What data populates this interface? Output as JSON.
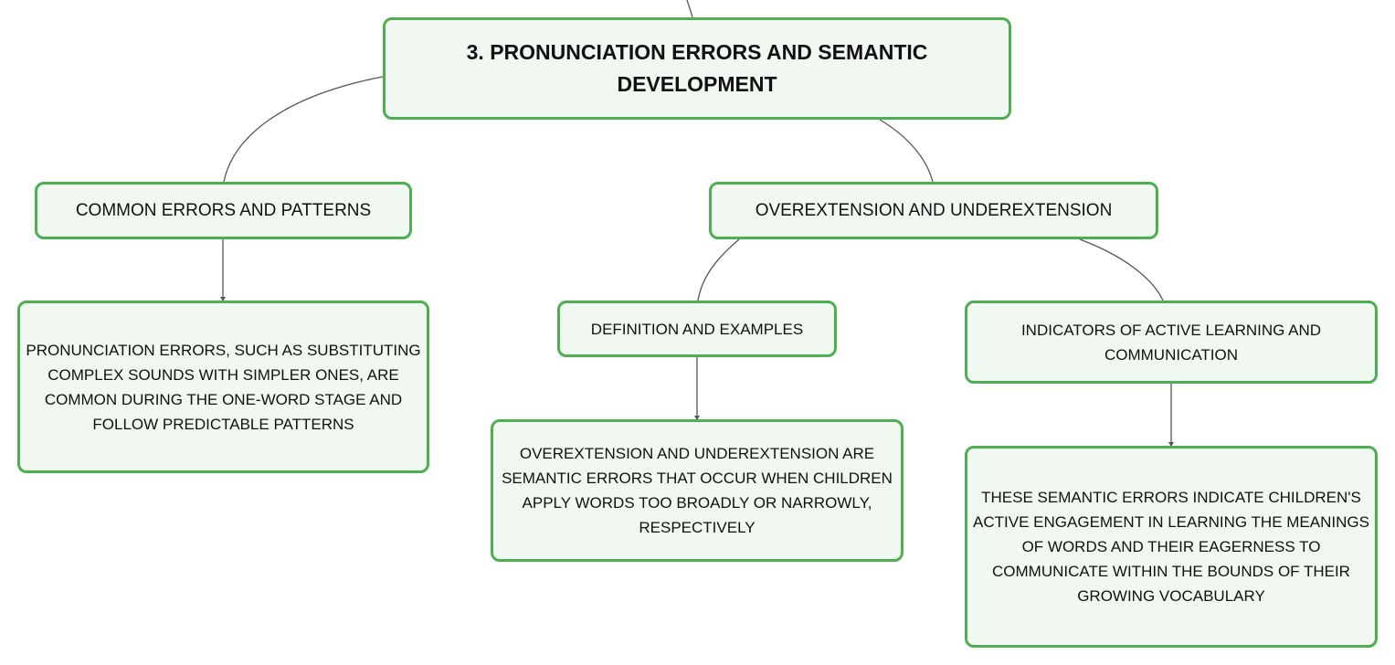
{
  "root": {
    "title": "3. PRONUNCIATION ERRORS AND SEMANTIC DEVELOPMENT"
  },
  "branches": {
    "common_errors": {
      "title": "COMMON ERRORS AND PATTERNS",
      "detail": "PRONUNCIATION ERRORS, SUCH AS SUBSTITUTING COMPLEX SOUNDS WITH SIMPLER ONES, ARE COMMON DURING THE ONE-WORD STAGE AND FOLLOW PREDICTABLE PATTERNS"
    },
    "overextension": {
      "title": "OVEREXTENSION AND UNDEREXTENSION",
      "children": {
        "definition": {
          "title": "DEFINITION AND EXAMPLES",
          "detail": "OVEREXTENSION AND UNDEREXTENSION ARE SEMANTIC ERRORS THAT OCCUR WHEN CHILDREN APPLY WORDS TOO BROADLY OR NARROWLY, RESPECTIVELY"
        },
        "indicators": {
          "title": "INDICATORS OF ACTIVE LEARNING AND COMMUNICATION",
          "detail": "THESE SEMANTIC ERRORS INDICATE CHILDREN'S ACTIVE ENGAGEMENT IN LEARNING THE MEANINGS OF WORDS AND THEIR EAGERNESS TO COMMUNICATE WITHIN THE BOUNDS OF THEIR GROWING VOCABULARY"
        }
      }
    }
  },
  "colors": {
    "node_border": "#4caf50",
    "node_fill": "#f1f8f2",
    "connector": "#555555",
    "text": "#111111"
  }
}
